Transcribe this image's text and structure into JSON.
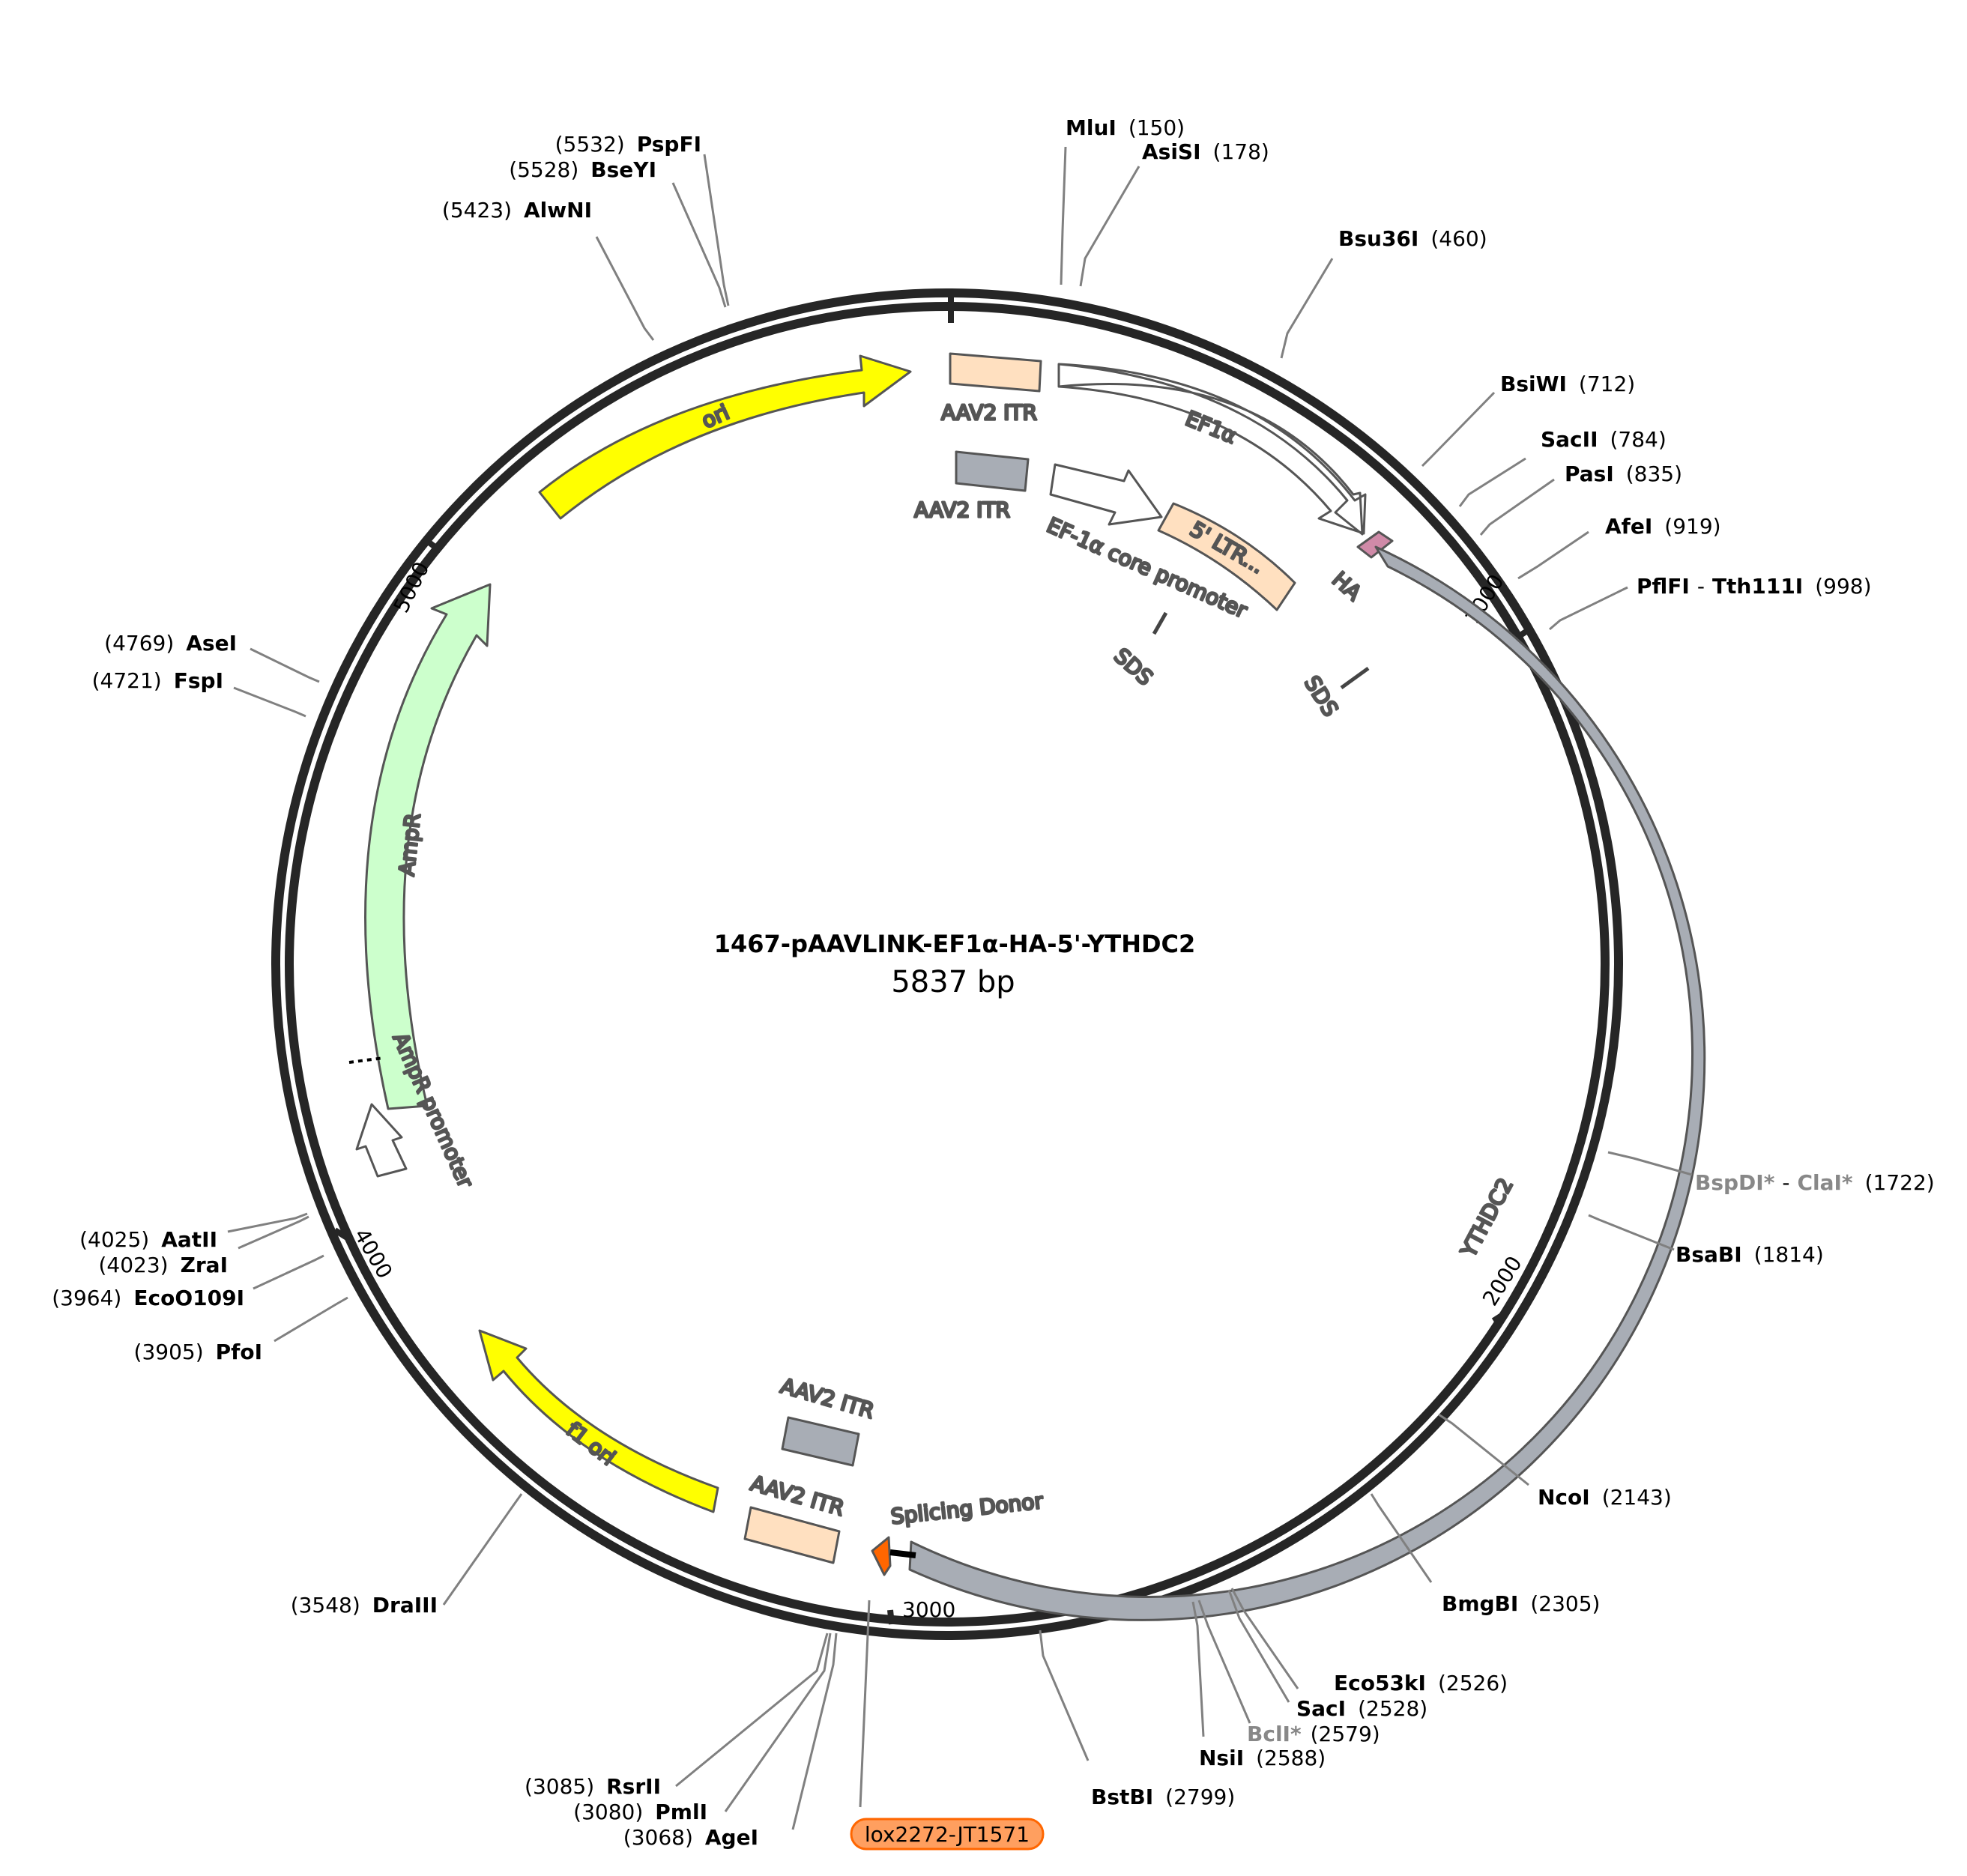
{
  "plasmid": {
    "name": "1467-pAAVLINK-EF1α-HA-5'-YTHDC2",
    "size_label": "5837 bp"
  },
  "ticks": [
    "1000",
    "2000",
    "3000",
    "4000",
    "5000"
  ],
  "sites": [
    {
      "name": "MluI",
      "pos": "(150)",
      "grey": false
    },
    {
      "name": "AsiSI",
      "pos": "(178)",
      "grey": false
    },
    {
      "name": "Bsu36I",
      "pos": "(460)",
      "grey": false
    },
    {
      "name": "BsiWI",
      "pos": "(712)",
      "grey": false
    },
    {
      "name": "SacII",
      "pos": "(784)",
      "grey": false
    },
    {
      "name": "PasI",
      "pos": "(835)",
      "grey": false
    },
    {
      "name": "AfeI",
      "pos": "(919)",
      "grey": false
    },
    {
      "name": "PflFI",
      "name2": "Tth111I",
      "pos": "(998)",
      "grey": false
    },
    {
      "name": "BspDI*",
      "name2": "ClaI*",
      "pos": "(1722)",
      "grey": true
    },
    {
      "name": "BsaBI",
      "pos": "(1814)",
      "grey": false
    },
    {
      "name": "NcoI",
      "pos": "(2143)",
      "grey": false
    },
    {
      "name": "BmgBI",
      "pos": "(2305)",
      "grey": false
    },
    {
      "name": "Eco53kI",
      "pos": "(2526)",
      "grey": false
    },
    {
      "name": "SacI",
      "pos": "(2528)",
      "grey": false
    },
    {
      "name": "BclI*",
      "pos": "(2579)",
      "grey": true
    },
    {
      "name": "NsiI",
      "pos": "(2588)",
      "grey": false
    },
    {
      "name": "BstBI",
      "pos": "(2799)",
      "grey": false
    },
    {
      "name": "AgeI",
      "pos": "(3068)",
      "grey": false
    },
    {
      "name": "PmlI",
      "pos": "(3080)",
      "grey": false
    },
    {
      "name": "RsrII",
      "pos": "(3085)",
      "grey": false
    },
    {
      "name": "DraIII",
      "pos": "(3548)",
      "grey": false
    },
    {
      "name": "PfoI",
      "pos": "(3905)",
      "grey": false
    },
    {
      "name": "EcoO109I",
      "pos": "(3964)",
      "grey": false
    },
    {
      "name": "ZraI",
      "pos": "(4023)",
      "grey": false
    },
    {
      "name": "AatII",
      "pos": "(4025)",
      "grey": false
    },
    {
      "name": "FspI",
      "pos": "(4721)",
      "grey": false
    },
    {
      "name": "AseI",
      "pos": "(4769)",
      "grey": false
    },
    {
      "name": "AlwNI",
      "pos": "(5423)",
      "grey": false
    },
    {
      "name": "BseYI",
      "pos": "(5528)",
      "grey": false
    },
    {
      "name": "PspFI",
      "pos": "(5532)",
      "grey": false
    }
  ],
  "features": [
    {
      "label": "ori",
      "color": "#ffff00"
    },
    {
      "label": "AAV2 ITR",
      "color": "#ffe0c0"
    },
    {
      "label": "EF1α",
      "color": "#ffffff"
    },
    {
      "label": "AAV2 ITR",
      "color": "#a8adb5"
    },
    {
      "label": "EF-1α core promoter",
      "color": "#ffffff"
    },
    {
      "label": "5' LTR...",
      "color": "#ffe0c0"
    },
    {
      "label": "HA",
      "color": "#d08aa8"
    },
    {
      "label": "SDS",
      "color": "#444444"
    },
    {
      "label": "SDS",
      "color": "#444444"
    },
    {
      "label": "YTHDC2",
      "color": "#a8adb5"
    },
    {
      "label": "AmpR",
      "color": "#ccffcc"
    },
    {
      "label": "AmpR promoter",
      "color": "#ffffff"
    },
    {
      "label": "f1 ori",
      "color": "#ffff00"
    },
    {
      "label": "AAV2 ITR",
      "color": "#a8adb5"
    },
    {
      "label": "AAV2 ITR",
      "color": "#ffe0c0"
    },
    {
      "label": "Splicing Donor",
      "color": "#ff6600"
    }
  ],
  "badge": {
    "label": "lox2272-JT1571",
    "color": "#ff9f5f"
  }
}
